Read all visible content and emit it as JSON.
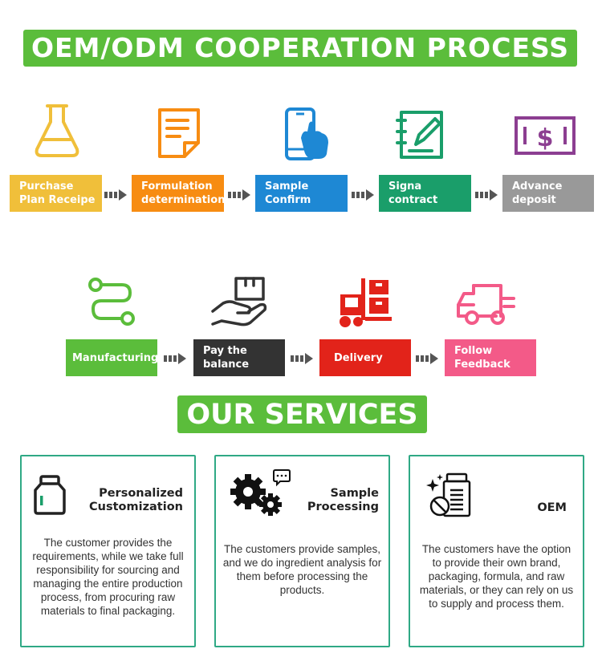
{
  "process": {
    "title": "OEM/ODM COOPERATION PROCESS",
    "steps": [
      {
        "label": "Purchase\nPlan Receipe",
        "color": "#f0bf3a",
        "icon": "flask-icon"
      },
      {
        "label": "Formulation\ndetermination",
        "color": "#f78c12",
        "icon": "document-icon"
      },
      {
        "label": "Sample\nConfirm",
        "color": "#1e88d4",
        "icon": "smartphone-tap-icon"
      },
      {
        "label": "Signa\ncontract",
        "color": "#1a9e6a",
        "icon": "notebook-pen-icon"
      },
      {
        "label": "Advance\ndeposit",
        "color": "#999999",
        "icon": "money-bill-icon"
      },
      {
        "label": "Manufacturing",
        "color": "#5bbd3b",
        "icon": "process-flow-icon"
      },
      {
        "label": "Pay the\nbalance",
        "color": "#333333",
        "icon": "hand-box-icon"
      },
      {
        "label": "Delivery",
        "color": "#e2231a",
        "icon": "forklift-icon"
      },
      {
        "label": "Follow\nFeedback",
        "color": "#f35a88",
        "icon": "delivery-truck-icon"
      }
    ]
  },
  "services": {
    "title": "OUR SERVICES",
    "border_color": "#2fa985",
    "cards": [
      {
        "title": "Personalized\nCustomization",
        "icon": "jar-icon",
        "desc": "The customer provides the requirements, while we take full responsibility for sourcing and managing the entire production process, from procuring raw materials to final packaging."
      },
      {
        "title": "Sample\nProcessing",
        "icon": "gears-chat-icon",
        "desc": "The customers provide samples, and we do ingredient analysis for them before processing the products."
      },
      {
        "title": "OEM",
        "icon": "pill-bottle-icon",
        "desc": "The customers have the option to provide their own brand, packaging, formula, and raw materials, or they can rely on us to supply and process them."
      }
    ]
  }
}
